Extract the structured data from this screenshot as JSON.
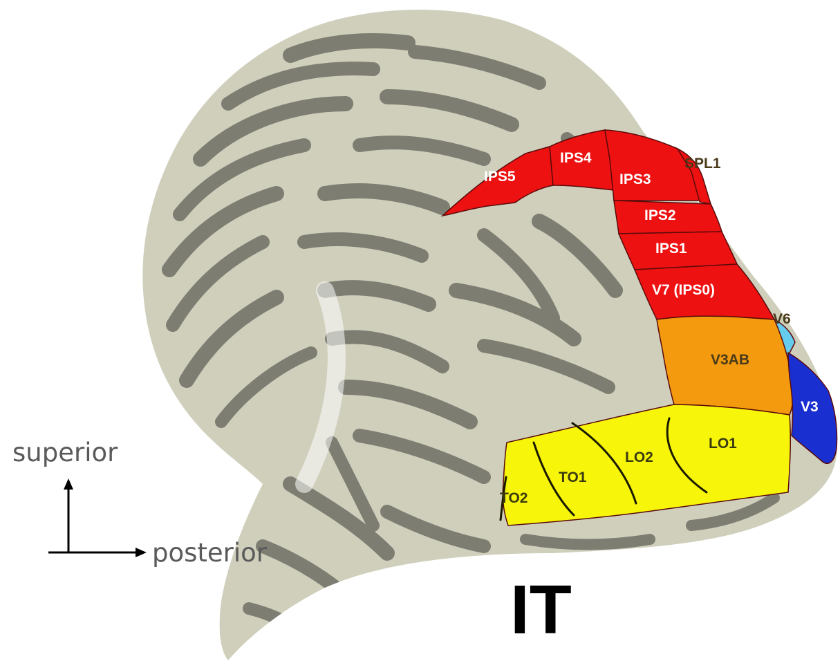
{
  "regions": [
    {
      "key": "ips5",
      "label": "IPS5",
      "color": "#ee1111"
    },
    {
      "key": "ips4",
      "label": "IPS4",
      "color": "#ee1111"
    },
    {
      "key": "ips3",
      "label": "IPS3",
      "color": "#ee1111"
    },
    {
      "key": "spl1",
      "label": "SPL1",
      "color": "#ee1111"
    },
    {
      "key": "ips2",
      "label": "IPS2",
      "color": "#ee1111"
    },
    {
      "key": "ips1",
      "label": "IPS1",
      "color": "#ee1111"
    },
    {
      "key": "v7",
      "label": "V7 (IPS0)",
      "color": "#ee1111"
    },
    {
      "key": "v6",
      "label": "V6",
      "color": "#66ccee"
    },
    {
      "key": "v3ab",
      "label": "V3AB",
      "color": "#f39a0e"
    },
    {
      "key": "v3",
      "label": "V3",
      "color": "#1a2fd0"
    },
    {
      "key": "lo1",
      "label": "LO1",
      "color": "#f6f50a"
    },
    {
      "key": "lo2",
      "label": "LO2",
      "color": "#f6f50a"
    },
    {
      "key": "to1",
      "label": "TO1",
      "color": "#f6f50a"
    },
    {
      "key": "to2",
      "label": "TO2",
      "color": "#f6f50a"
    }
  ],
  "axes": {
    "vertical_label": "superior",
    "horizontal_label": "posterior"
  },
  "area_label": "IT",
  "colors": {
    "cortex_light": "#cfcfbc",
    "cortex_dark": "#7d7d72"
  }
}
